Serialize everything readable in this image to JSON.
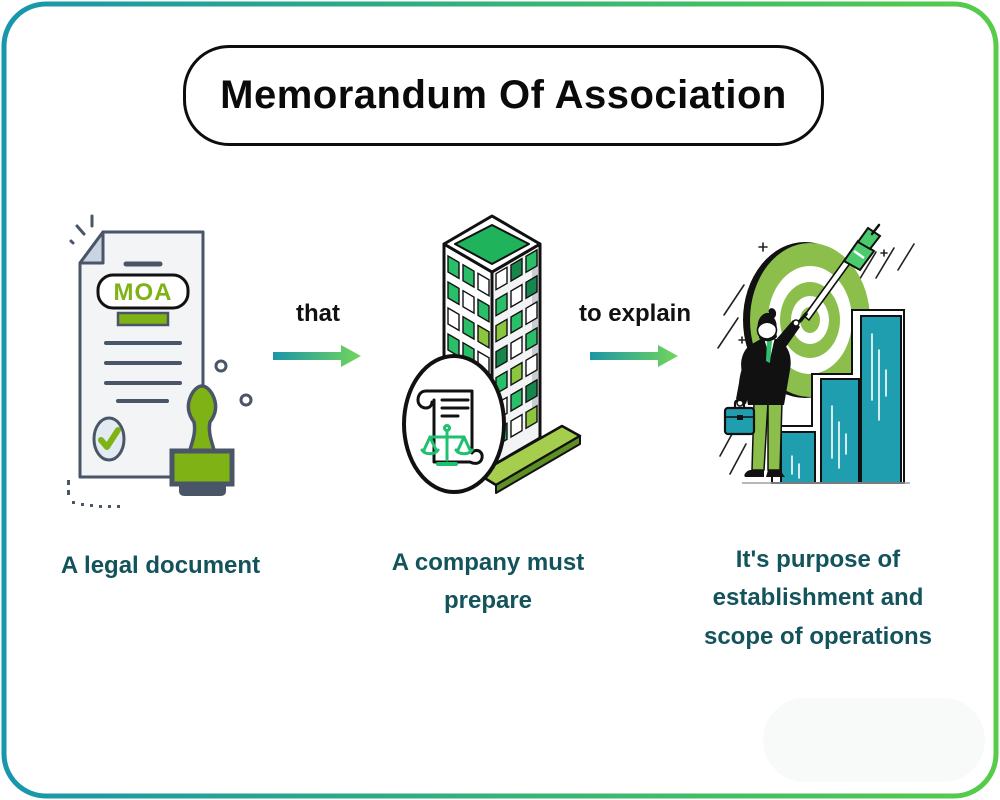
{
  "title": "Memorandum Of Association",
  "badge_label": "MOA",
  "connectors": [
    {
      "label": "that"
    },
    {
      "label": "to explain"
    }
  ],
  "steps": [
    {
      "caption": "A legal document",
      "icon": "stamped-moa-document-icon"
    },
    {
      "caption": "A company must prepare",
      "icon": "office-building-legal-scroll-icon"
    },
    {
      "caption": "It's purpose of establishment and scope of operations",
      "icon": "target-dart-growth-bars-icon"
    }
  ],
  "colors": {
    "frame_gradient_start": "#1697AB",
    "frame_gradient_end": "#56CC49",
    "arrow_gradient_start": "#1C96A6",
    "arrow_gradient_end": "#72D55B",
    "title_text": "#0A0A0A",
    "caption_text": "#13535C",
    "document_green": "#7FB215",
    "document_slate": "#4A5568",
    "building_green": "#2BBE69",
    "target_green": "#8CBE4C",
    "bar_teal": "#1E9EAE",
    "scales_green": "#1FC06F"
  }
}
